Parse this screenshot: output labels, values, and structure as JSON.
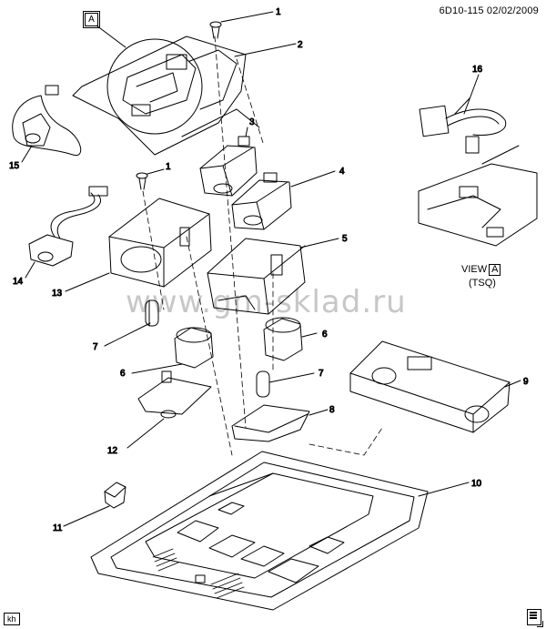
{
  "header": {
    "drawing_ref": "6D10-115 02/02/2009"
  },
  "detail_marker": "A",
  "view": {
    "label": "VIEW",
    "marker": "A",
    "subtitle": "(TSQ)"
  },
  "watermark": "www.gm-sklad.ru",
  "footer": {
    "code": "kh"
  },
  "callouts": [
    "1",
    "2",
    "3",
    "4",
    "5",
    "6",
    "7",
    "8",
    "9",
    "10",
    "11",
    "12",
    "13",
    "14",
    "15",
    "16",
    "1",
    "6",
    "7"
  ]
}
